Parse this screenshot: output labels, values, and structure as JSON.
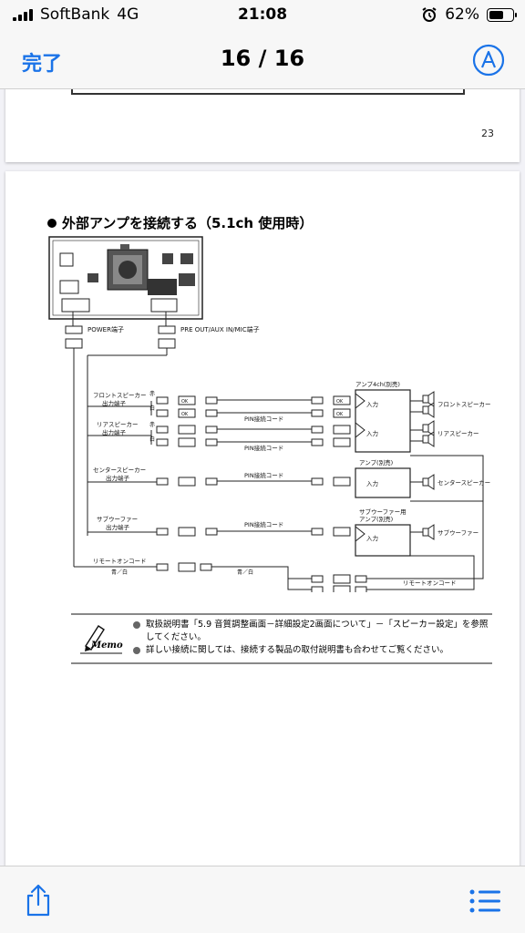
{
  "status_bar": {
    "carrier": "SoftBank",
    "network": "4G",
    "time": "21:08",
    "battery_percent": "62%",
    "battery_level": 0.62
  },
  "nav": {
    "done_label": "完了",
    "page_indicator": "16 / 16",
    "markup_icon": "markup-pen-icon"
  },
  "doc": {
    "prev_page_number": "23",
    "heading": "外部アンプを接続する（5.1ch 使用時）",
    "diagram": {
      "power_terminal": "POWER端子",
      "preout_terminal": "PRE OUT/AUX IN/MIC端子",
      "front_speaker_out": [
        "フロントスピーカー",
        "出力端子"
      ],
      "rear_speaker_out": [
        "リアスピーカー",
        "出力端子"
      ],
      "center_speaker_out": [
        "センタースピーカー",
        "出力端子"
      ],
      "subwoofer_out": [
        "サブウーファー",
        "出力端子"
      ],
      "red": "赤",
      "white": "白",
      "ok": "OK",
      "pin_cord": "PIN接続コード",
      "amp_4ch": "アンプ4ch(別売)",
      "amp": "アンプ(別売)",
      "sub_amp": [
        "サブウーファー用",
        "アンプ(別売)"
      ],
      "input": "入力",
      "front_speaker": "フロントスピーカー",
      "rear_speaker": "リアスピーカー",
      "center_speaker": "センタースピーカー",
      "subwoofer": "サブウーファー",
      "remote_cord": "リモートオンコード",
      "blue_white": "青／白"
    },
    "memo": {
      "label": "Memo",
      "notes": [
        "取扱説明書「5.9 音質調整画面－詳細設定2画面について」－「スピーカー設定」を参照してください。",
        "詳しい接続に関しては、接続する製品の取付説明書も合わせてご覧ください。"
      ]
    }
  },
  "toolbar": {
    "share_icon": "share-icon",
    "list_icon": "list-icon"
  },
  "colors": {
    "accent": "#1a73e8"
  }
}
